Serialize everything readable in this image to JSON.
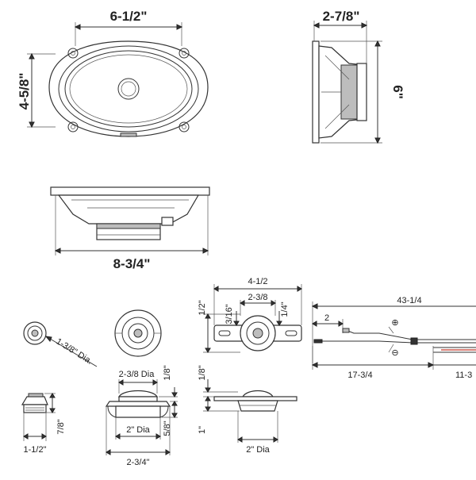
{
  "main_speaker": {
    "front_width": "6-1/2\"",
    "front_height": "4-5/8\"",
    "side_depth": "2-7/8\"",
    "side_height": "6\"",
    "bottom_width": "8-3/4\""
  },
  "tweeter": {
    "dia_label": "1-3/8\" Dia.",
    "surface_width": "1-1/2\"",
    "surface_height": "7/8\""
  },
  "flush_mount": {
    "top_dia": "2-3/8 Dia",
    "top_offset": "1/8\"",
    "bottom_dia": "2\" Dia",
    "bottom_depth": "5/8\"",
    "overall_width": "2-3/4\""
  },
  "bracket_mount": {
    "overall_width": "4-1/2",
    "inner_width": "2-3/8",
    "height": "1/2\"",
    "left_offset": "3/16\"",
    "right_offset": "1/4\"",
    "side_top": "1/8\"",
    "side_bottom": "1\"",
    "side_dia": "2\" Dia"
  },
  "wiring": {
    "total_length": "43-1/4",
    "lead_length": "2",
    "first_segment": "17-3/4",
    "second_segment": "11-3",
    "plus_symbol": "⊕",
    "minus_symbol": "⊖"
  }
}
